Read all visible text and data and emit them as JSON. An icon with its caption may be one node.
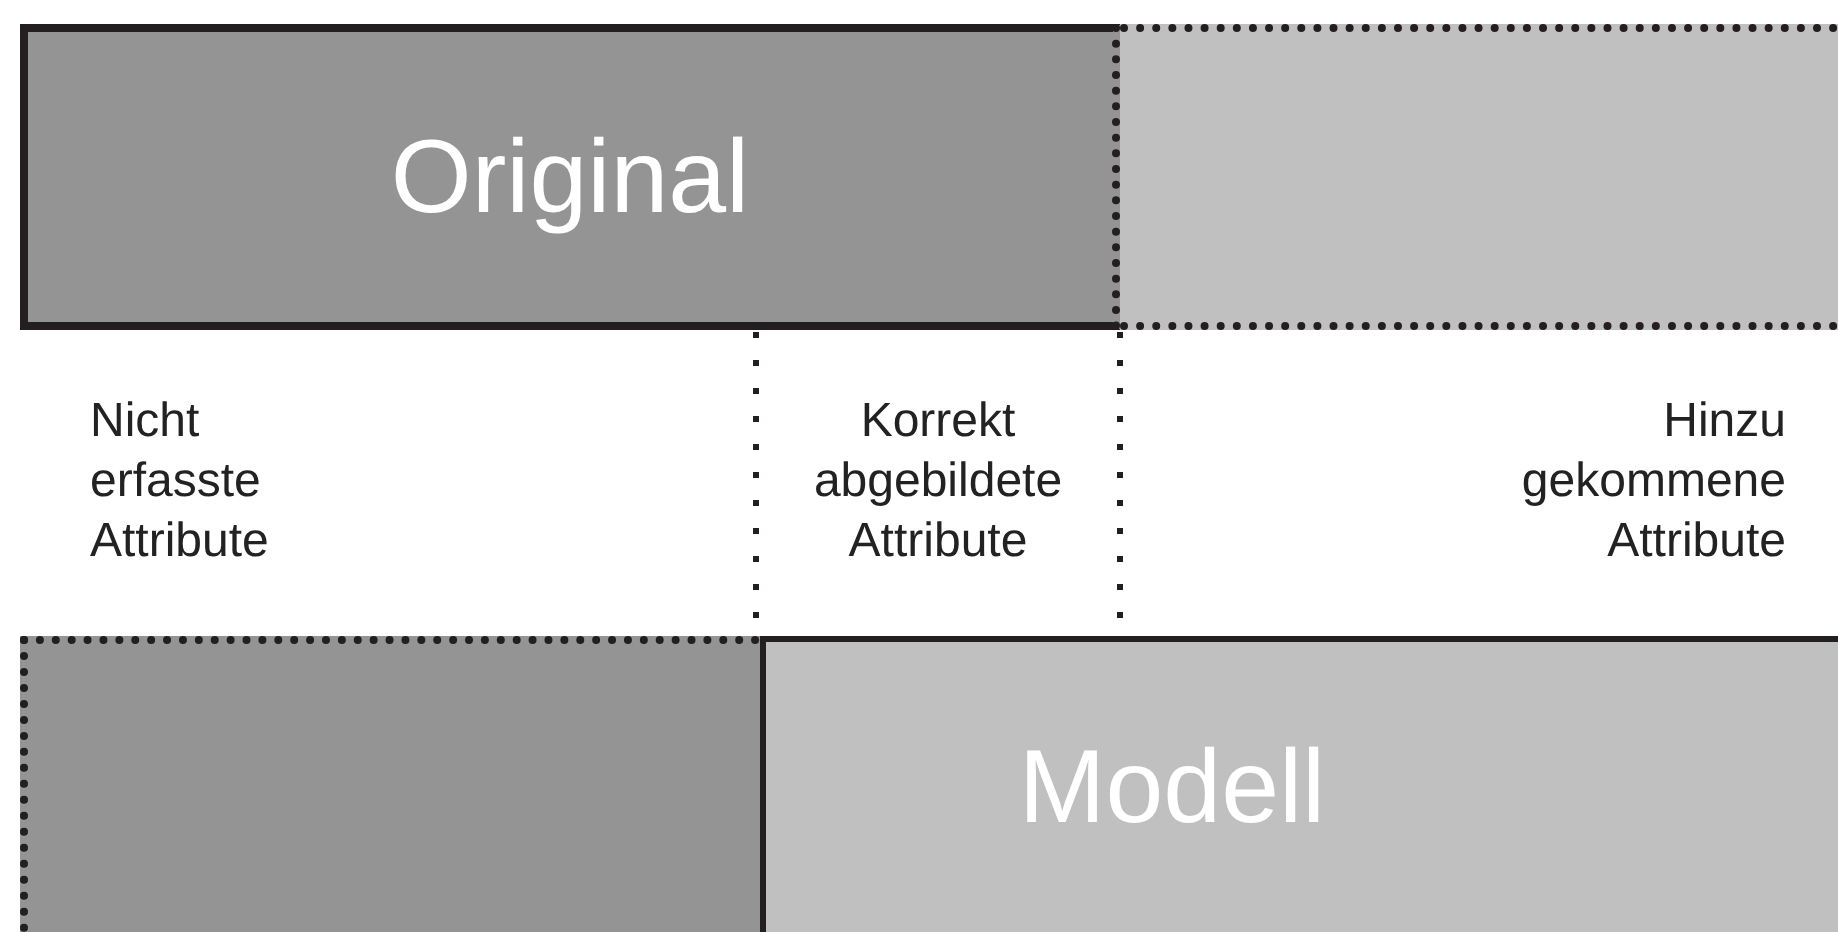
{
  "diagram": {
    "nodes": [
      {
        "text": [
          "Original"
        ]
      },
      {
        "text": [],
        "shape": "box"
      },
      {
        "text": [],
        "shape": "box"
      },
      {
        "text": [
          "Modell"
        ]
      }
    ],
    "labels": [
      "Nicht erfasste Attribute",
      "Korrekt abgebildete Attribute",
      "Hinzu gekommene Attribute"
    ]
  }
}
